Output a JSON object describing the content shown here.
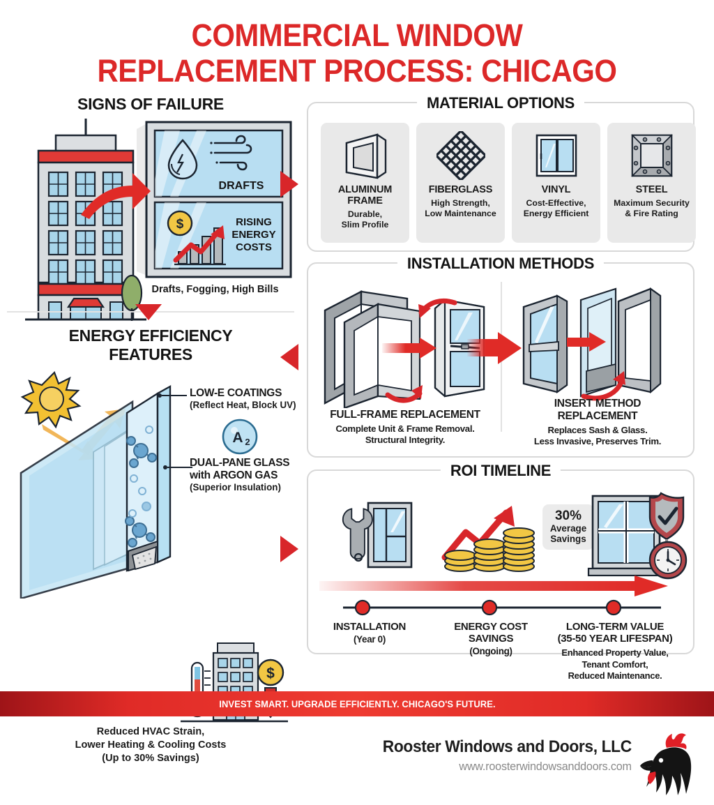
{
  "title": {
    "line1": "COMMERCIAL WINDOW",
    "line2": "REPLACEMENT PROCESS: CHICAGO",
    "color": "#DC2828"
  },
  "signs_of_failure": {
    "heading": "SIGNS OF FAILURE",
    "panel_top_label": "DRAFTS",
    "panel_bottom_label": "RISING ENERGY COSTS",
    "panel_bottom_label_l1": "RISING",
    "panel_bottom_label_l2": "ENERGY",
    "panel_bottom_label_l3": "COSTS",
    "caption": "Drafts, Fogging, High Bills"
  },
  "material_options": {
    "heading": "MATERIAL OPTIONS",
    "tiles": [
      {
        "icon": "aluminum-frame-icon",
        "name_l1": "ALUMINUM",
        "name_l2": "FRAME",
        "desc_l1": "Durable,",
        "desc_l2": "Slim Profile"
      },
      {
        "icon": "fiberglass-weave-icon",
        "name_l1": "FIBERGLASS",
        "name_l2": "",
        "desc_l1": "High Strength,",
        "desc_l2": "Low Maintenance"
      },
      {
        "icon": "vinyl-window-icon",
        "name_l1": "VINYL",
        "name_l2": "",
        "desc_l1": "Cost-Effective,",
        "desc_l2": "Energy Efficient"
      },
      {
        "icon": "steel-frame-icon",
        "name_l1": "STEEL",
        "name_l2": "",
        "desc_l1": "Maximum Security",
        "desc_l2": "& Fire Rating"
      }
    ]
  },
  "installation_methods": {
    "heading": "INSTALLATION METHODS",
    "methods": [
      {
        "label_l1": "FULL-FRAME REPLACEMENT",
        "label_l2": "",
        "sub_l1": "Complete Unit & Frame Removal.",
        "sub_l2": "Structural Integrity."
      },
      {
        "label_l1": "INSERT METHOD",
        "label_l2": "REPLACEMENT",
        "sub_l1": "Replaces Sash & Glass.",
        "sub_l2": "Less Invasive, Preserves Trim."
      }
    ]
  },
  "energy_efficiency": {
    "heading_l1": "ENERGY EFFICIENCY",
    "heading_l2": "FEATURES",
    "argon_badge": "A",
    "argon_sub": "2",
    "labels": [
      {
        "title": "LOW-E COATINGS",
        "sub": "(Reflect Heat, Block UV)"
      },
      {
        "title_l1": "DUAL-PANE GLASS",
        "title_l2": "with ARGON GAS",
        "sub": "(Superior Insulation)"
      }
    ],
    "caption_l1": "Reduced HVAC Strain,",
    "caption_l2": "Lower Heating & Cooling Costs",
    "caption_l3": "(Up to 30% Savings)"
  },
  "roi_timeline": {
    "heading": "ROI TIMELINE",
    "savings_bubble": {
      "value": "30%",
      "line1": "Average",
      "line2": "Savings"
    },
    "milestones": [
      {
        "label_l1": "INSTALLATION",
        "label_l2": "",
        "sub": "(Year 0)",
        "extra_l1": "",
        "extra_l2": "",
        "extra_l3": ""
      },
      {
        "label_l1": "ENERGY COST",
        "label_l2": "SAVINGS",
        "sub": "(Ongoing)",
        "extra_l1": "",
        "extra_l2": "",
        "extra_l3": ""
      },
      {
        "label_l1": "LONG-TERM VALUE",
        "label_l2": "(35-50 YEAR LIFESPAN)",
        "sub": "",
        "extra_l1": "Enhanced Property Value,",
        "extra_l2": "Tenant Comfort,",
        "extra_l3": "Reduced Maintenance."
      }
    ]
  },
  "footer": {
    "banner_text": "INVEST SMART. UPGRADE EFFICIENTLY. CHICAGO'S FUTURE.",
    "company": "Rooster Windows and Doors, LLC",
    "website": "www.roosterwindowsanddoors.com",
    "logo": "rooster-logo-icon"
  },
  "colors": {
    "brand_red": "#DC2828",
    "arrow_red": "#D8262A",
    "glass_blue": "#AFDCF0",
    "frame_gray": "#C9CDD1",
    "gold": "#F2C744",
    "tile_gray": "#E9E9E9"
  }
}
